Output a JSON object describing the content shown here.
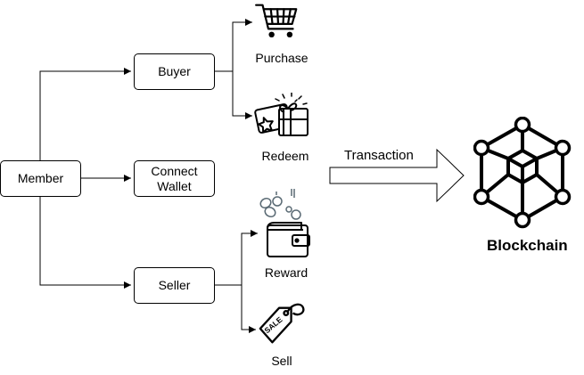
{
  "nodes": {
    "member": "Member",
    "buyer": "Buyer",
    "connect_wallet": "Connect\nWallet",
    "seller": "Seller"
  },
  "icons": {
    "purchase": {
      "label": "Purchase",
      "icon": "shopping-cart-icon"
    },
    "redeem": {
      "label": "Redeem",
      "icon": "gift-voucher-icon"
    },
    "reward": {
      "label": "Reward",
      "icon": "wallet-coins-icon"
    },
    "sell": {
      "label": "Sell",
      "icon": "sale-tag-icon"
    }
  },
  "arrow_label": "Transaction",
  "blockchain": {
    "label": "Blockchain",
    "icon": "blockchain-cube-icon"
  }
}
